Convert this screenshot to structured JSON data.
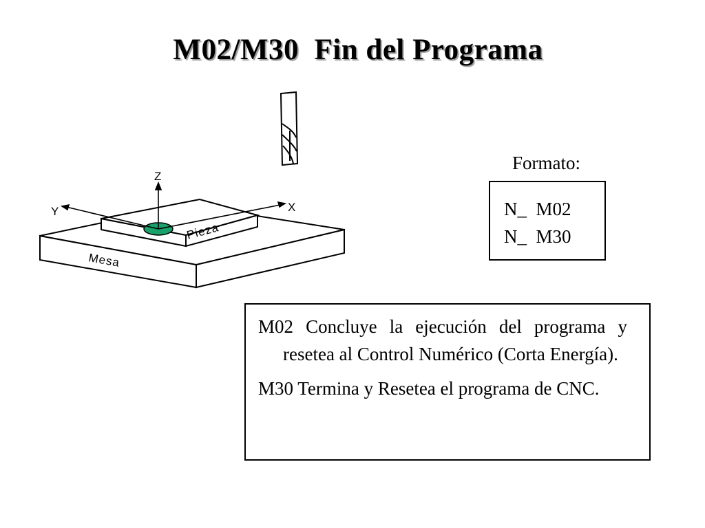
{
  "slide": {
    "title": "M02/M30  Fin del Programa"
  },
  "diagram": {
    "axis_z": "Z",
    "axis_y": "Y",
    "axis_x": "X",
    "pieza_label": "Pieza",
    "mesa_label": "Mesa",
    "marker_color": "#1aa06a"
  },
  "format": {
    "label": "Formato:",
    "lines": [
      "N_  M02",
      "N_  M30"
    ]
  },
  "description": {
    "items": [
      "M02 Concluye la ejecución del programa y resetea al Control Numérico (Corta Energía).",
      "M30 Termina y Resetea el programa de CNC."
    ]
  }
}
